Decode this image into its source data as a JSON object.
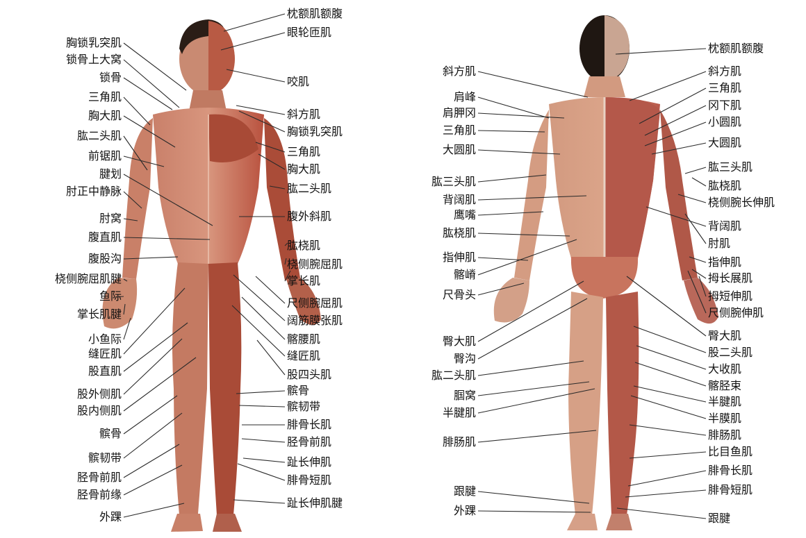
{
  "front": {
    "left_labels": [
      "胸锁乳突肌",
      "锁骨上大窝",
      "锁骨",
      "三角肌",
      "胸大肌",
      "肱二头肌",
      "前锯肌",
      "腱划",
      "肘正中静脉",
      "肘窝",
      "腹直肌",
      "腹股沟",
      "桡侧腕屈肌腱",
      "鱼际",
      "掌长肌腱",
      "小鱼际",
      "缝匠肌",
      "股直肌",
      "股外侧肌",
      "股内侧肌",
      "髌骨",
      "髌韧带",
      "胫骨前肌",
      "胫骨前缘",
      "外踝"
    ],
    "right_labels": [
      "枕额肌额腹",
      "眼轮匝肌",
      "咬肌",
      "斜方肌",
      "胸锁乳突肌",
      "三角肌",
      "胸大肌",
      "肱二头肌",
      "腹外斜肌",
      "肱桡肌",
      "桡侧腕屈肌",
      "掌长肌",
      "尺侧腕屈肌",
      "阔筋膜张肌",
      "髂腰肌",
      "缝匠肌",
      "股四头肌",
      "髌骨",
      "髌韧带",
      "腓骨长肌",
      "胫骨前肌",
      "趾长伸肌",
      "腓骨短肌",
      "趾长伸肌腱"
    ]
  },
  "back": {
    "left_labels": [
      "斜方肌",
      "肩峰",
      "肩胛冈",
      "三角肌",
      "大圆肌",
      "肱三头肌",
      "背阔肌",
      "鹰嘴",
      "肱桡肌",
      "指伸肌",
      "髂嵴",
      "尺骨头",
      "臀大肌",
      "臀沟",
      "肱二头肌",
      "腘窝",
      "半腱肌",
      "腓肠肌",
      "跟腱",
      "外踝"
    ],
    "right_labels": [
      "枕额肌额腹",
      "斜方肌",
      "三角肌",
      "冈下肌",
      "小圆肌",
      "大圆肌",
      "肱三头肌",
      "肱桡肌",
      "桡侧腕长伸肌",
      "背阔肌",
      "肘肌",
      "指伸肌",
      "拇长展肌",
      "拇短伸肌",
      "尺侧腕伸肌",
      "臀大肌",
      "股二头肌",
      "大收肌",
      "髂胫束",
      "半腱肌",
      "半膜肌",
      "腓肠肌",
      "比目鱼肌",
      "腓骨长肌",
      "腓骨短肌",
      "跟腱"
    ]
  }
}
